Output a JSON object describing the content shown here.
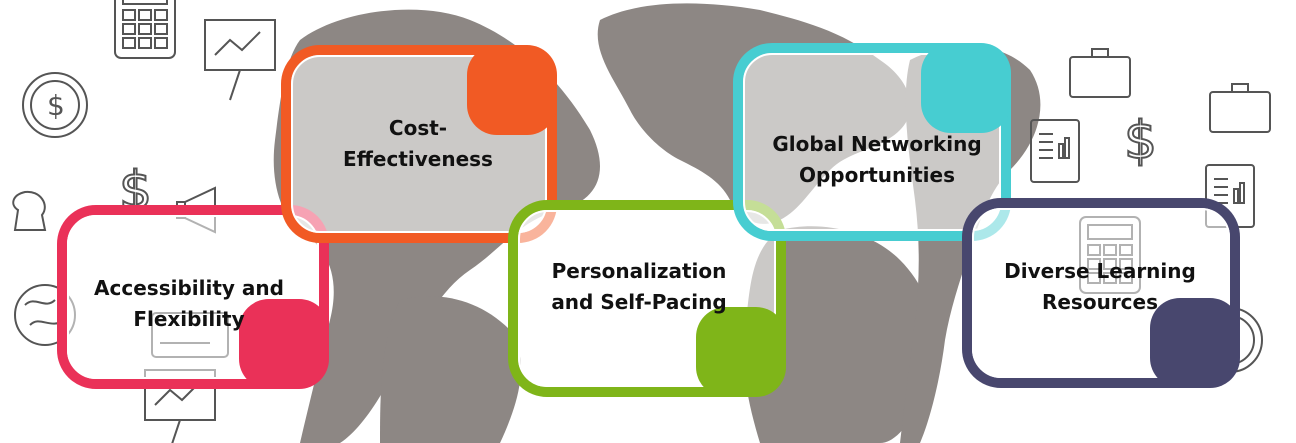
{
  "cards": [
    {
      "key": "accessibility",
      "lines": [
        "Accessibility and",
        "Flexibility"
      ],
      "color": "#ea3158"
    },
    {
      "key": "cost",
      "lines": [
        "Cost-",
        "Effectiveness"
      ],
      "color": "#f15a24"
    },
    {
      "key": "personalization",
      "lines": [
        "Personalization",
        "and Self-Pacing"
      ],
      "color": "#7fb519"
    },
    {
      "key": "global",
      "lines": [
        "Global Networking",
        "Opportunities"
      ],
      "color": "#47cdd1"
    },
    {
      "key": "diverse",
      "lines": [
        "Diverse Learning",
        "Resources"
      ],
      "color": "#48476e"
    }
  ],
  "background": {
    "globe_color": "#8d8784",
    "icons": [
      "dollar-coin-icon",
      "calculator-icon",
      "presentation-chart-icon",
      "chess-knight-icon",
      "megaphone-icon",
      "credit-card-icon",
      "briefcase-icon",
      "clipboard-report-icon",
      "globe-icon"
    ]
  }
}
